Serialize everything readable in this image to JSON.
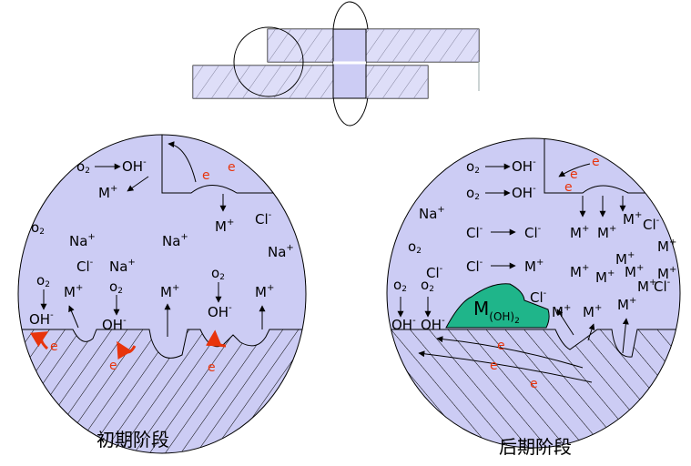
{
  "captions": {
    "initial": "初期阶段",
    "later": "后期阶段"
  },
  "species": {
    "o2": "o",
    "o2_sub": "2",
    "oh": "OH",
    "minus": "-",
    "m": "M",
    "plus": "+",
    "na": "Na",
    "cl": "Cl",
    "e": "e",
    "hydroxide_base": "M",
    "hydroxide_sub": "(OH)",
    "hydroxide_sub2": "2"
  },
  "colors": {
    "solution": "#ccccf4",
    "metal_hatch": "#000000",
    "electron": "#e8340c",
    "deposit": "#1fb58a"
  }
}
